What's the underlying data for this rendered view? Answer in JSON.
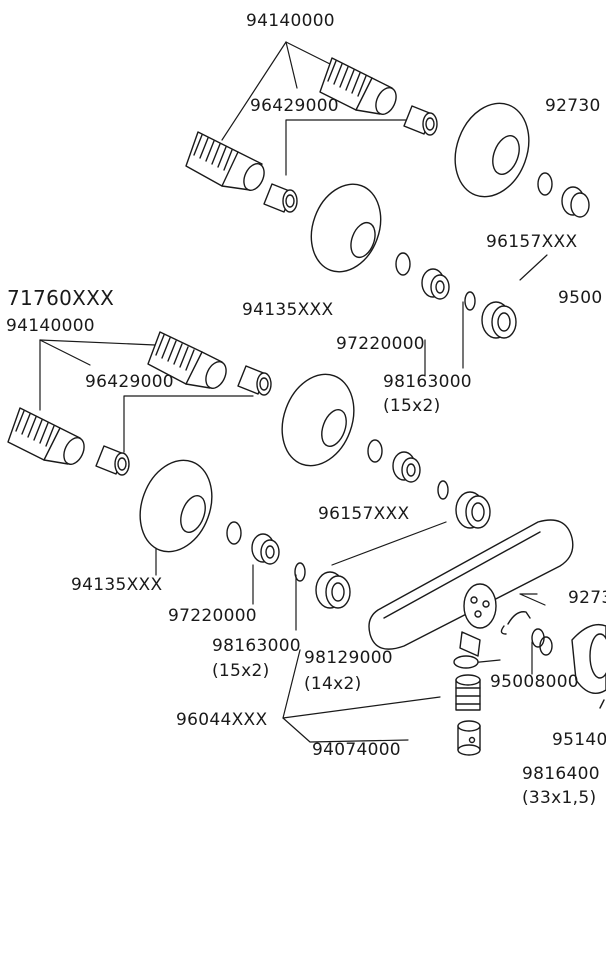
{
  "labels": {
    "connector_a": "94140000",
    "insert_a": "96429000",
    "cap_top_right": "92730",
    "nut_mid_right": "96157XXX",
    "part_right_cut": "9500",
    "model_number": "71760XXX",
    "connector_b": "94140000",
    "rosette_a": "94135XXX",
    "check_valve_a": "97220000",
    "oring_a": "98163000",
    "oring_a_size": "(15x2)",
    "insert_b": "96429000",
    "nut_b": "96157XXX",
    "rosette_b": "94135XXX",
    "check_valve_b": "97220000",
    "oring_b": "98163000",
    "oring_b_size": "(15x2)",
    "handle_right_cut": "9273",
    "oring_c": "98129000",
    "oring_c_size": "(14x2)",
    "clip": "95008000",
    "outlet_set": "96044XXX",
    "reducer": "94074000",
    "part_lower_right_cut": "95140",
    "oring_d": "9816400",
    "oring_d_size": "(33x1,5)"
  },
  "colors": {
    "line": "#1a1a1a",
    "fill": "#ffffff"
  }
}
